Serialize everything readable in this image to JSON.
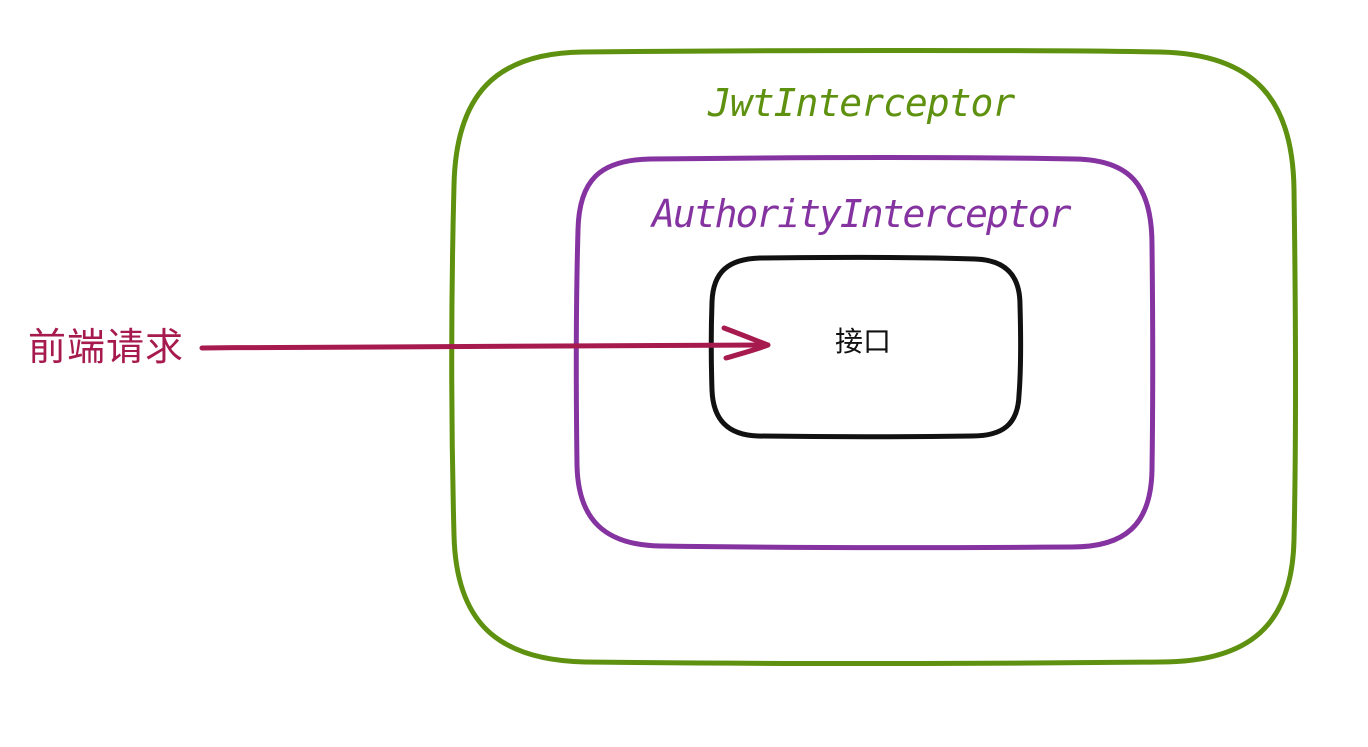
{
  "diagram": {
    "outer_box": {
      "label": "JwtInterceptor",
      "color": "#5e910f"
    },
    "middle_box": {
      "label": "AuthorityInterceptor",
      "color": "#8533a0"
    },
    "inner_box": {
      "label": "接口",
      "color": "#111111"
    },
    "request": {
      "label": "前端请求",
      "color": "#a61a4d"
    }
  }
}
